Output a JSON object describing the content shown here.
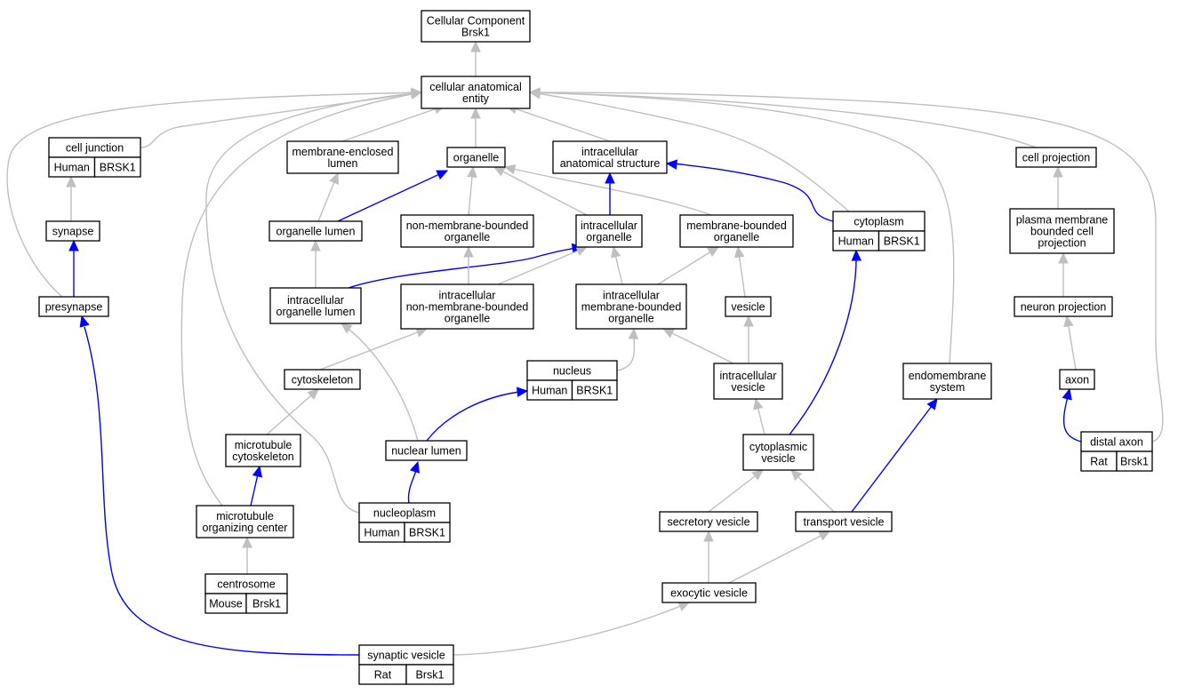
{
  "colors": {
    "human": "#f26349",
    "mouse": "#add8e6",
    "rat": "#ffd700",
    "edge_isa": "#bfbfbf",
    "edge_partof": "#0000ff"
  },
  "nodes": {
    "root": [
      "Cellular Component",
      "Brsk1"
    ],
    "cae": [
      "cellular anatomical",
      "entity"
    ],
    "cell_junction": [
      "cell junction"
    ],
    "mel": [
      "membrane-enclosed",
      "lumen"
    ],
    "organelle": [
      "organelle"
    ],
    "ias": [
      "intracellular",
      "anatomical structure"
    ],
    "cytoplasm": [
      "cytoplasm"
    ],
    "cell_projection": [
      "cell projection"
    ],
    "synapse": [
      "synapse"
    ],
    "organelle_lumen": [
      "organelle lumen"
    ],
    "nmbo": [
      "non-membrane-bounded",
      "organelle"
    ],
    "io": [
      "intracellular",
      "organelle"
    ],
    "mbo": [
      "membrane-bounded",
      "organelle"
    ],
    "pmbcp": [
      "plasma membrane",
      "bounded cell",
      "projection"
    ],
    "presynapse": [
      "presynapse"
    ],
    "iol": [
      "intracellular",
      "organelle lumen"
    ],
    "inmbo": [
      "intracellular",
      "non-membrane-bounded",
      "organelle"
    ],
    "imbo": [
      "intracellular",
      "membrane-bounded",
      "organelle"
    ],
    "vesicle": [
      "vesicle"
    ],
    "neuron_projection": [
      "neuron projection"
    ],
    "nucleus": [
      "nucleus"
    ],
    "cytoskeleton": [
      "cytoskeleton"
    ],
    "iv": [
      "intracellular",
      "vesicle"
    ],
    "endomembrane": [
      "endomembrane",
      "system"
    ],
    "axon": [
      "axon"
    ],
    "mt_cyto": [
      "microtubule",
      "cytoskeleton"
    ],
    "nuclear_lumen": [
      "nuclear lumen"
    ],
    "cyto_vesicle": [
      "cytoplasmic",
      "vesicle"
    ],
    "distal_axon": [
      "distal axon"
    ],
    "mtoc": [
      "microtubule",
      "organizing center"
    ],
    "nucleoplasm": [
      "nucleoplasm"
    ],
    "secretory_vesicle": [
      "secretory vesicle"
    ],
    "transport_vesicle": [
      "transport vesicle"
    ],
    "centrosome": [
      "centrosome"
    ],
    "exocytic_vesicle": [
      "exocytic vesicle"
    ],
    "synaptic_vesicle": [
      "synaptic vesicle"
    ]
  },
  "annotations": {
    "cell_junction": {
      "species": "Human",
      "gene": "BRSK1",
      "color": "#f26349"
    },
    "cytoplasm": {
      "species": "Human",
      "gene": "BRSK1",
      "color": "#f26349"
    },
    "nucleus": {
      "species": "Human",
      "gene": "BRSK1",
      "color": "#f26349"
    },
    "nucleoplasm": {
      "species": "Human",
      "gene": "BRSK1",
      "color": "#f26349"
    },
    "distal_axon": {
      "species": "Rat",
      "gene": "Brsk1",
      "color": "#ffd700"
    },
    "centrosome": {
      "species": "Mouse",
      "gene": "Brsk1",
      "color": "#add8e6"
    },
    "synaptic_vesicle": {
      "species": "Rat",
      "gene": "Brsk1",
      "color": "#ffd700"
    }
  },
  "edges": [
    {
      "from": "cae",
      "to": "root",
      "type": "is_a"
    },
    {
      "from": "cell_junction",
      "to": "cae",
      "type": "is_a"
    },
    {
      "from": "mel",
      "to": "cae",
      "type": "is_a"
    },
    {
      "from": "organelle",
      "to": "cae",
      "type": "is_a"
    },
    {
      "from": "ias",
      "to": "cae",
      "type": "is_a"
    },
    {
      "from": "cytoplasm",
      "to": "cae",
      "type": "is_a"
    },
    {
      "from": "cell_projection",
      "to": "cae",
      "type": "is_a"
    },
    {
      "from": "presynapse",
      "to": "cae",
      "type": "is_a"
    },
    {
      "from": "mtoc",
      "to": "cae",
      "type": "is_a"
    },
    {
      "from": "nucleoplasm",
      "to": "cae",
      "type": "is_a"
    },
    {
      "from": "endomembrane",
      "to": "cae",
      "type": "is_a"
    },
    {
      "from": "distal_axon",
      "to": "cae",
      "type": "is_a"
    },
    {
      "from": "synapse",
      "to": "cell_junction",
      "type": "is_a"
    },
    {
      "from": "organelle_lumen",
      "to": "mel",
      "type": "is_a"
    },
    {
      "from": "organelle_lumen",
      "to": "organelle",
      "type": "part_of"
    },
    {
      "from": "nmbo",
      "to": "organelle",
      "type": "is_a"
    },
    {
      "from": "io",
      "to": "organelle",
      "type": "is_a"
    },
    {
      "from": "mbo",
      "to": "organelle",
      "type": "is_a"
    },
    {
      "from": "io",
      "to": "ias",
      "type": "part_of"
    },
    {
      "from": "cytoplasm",
      "to": "ias",
      "type": "part_of"
    },
    {
      "from": "pmbcp",
      "to": "cell_projection",
      "type": "is_a"
    },
    {
      "from": "presynapse",
      "to": "synapse",
      "type": "part_of"
    },
    {
      "from": "iol",
      "to": "organelle_lumen",
      "type": "is_a"
    },
    {
      "from": "iol",
      "to": "io",
      "type": "part_of"
    },
    {
      "from": "inmbo",
      "to": "nmbo",
      "type": "is_a"
    },
    {
      "from": "inmbo",
      "to": "io",
      "type": "is_a"
    },
    {
      "from": "imbo",
      "to": "io",
      "type": "is_a"
    },
    {
      "from": "imbo",
      "to": "mbo",
      "type": "is_a"
    },
    {
      "from": "vesicle",
      "to": "mbo",
      "type": "is_a"
    },
    {
      "from": "neuron_projection",
      "to": "pmbcp",
      "type": "is_a"
    },
    {
      "from": "nucleus",
      "to": "imbo",
      "type": "is_a"
    },
    {
      "from": "cytoskeleton",
      "to": "inmbo",
      "type": "is_a"
    },
    {
      "from": "iv",
      "to": "imbo",
      "type": "is_a"
    },
    {
      "from": "iv",
      "to": "vesicle",
      "type": "is_a"
    },
    {
      "from": "axon",
      "to": "neuron_projection",
      "type": "is_a"
    },
    {
      "from": "mt_cyto",
      "to": "cytoskeleton",
      "type": "is_a"
    },
    {
      "from": "nuclear_lumen",
      "to": "iol",
      "type": "is_a"
    },
    {
      "from": "nuclear_lumen",
      "to": "nucleus",
      "type": "part_of"
    },
    {
      "from": "cyto_vesicle",
      "to": "iv",
      "type": "is_a"
    },
    {
      "from": "cyto_vesicle",
      "to": "cytoplasm",
      "type": "part_of"
    },
    {
      "from": "distal_axon",
      "to": "axon",
      "type": "part_of"
    },
    {
      "from": "mtoc",
      "to": "mt_cyto",
      "type": "part_of"
    },
    {
      "from": "nucleoplasm",
      "to": "nuclear_lumen",
      "type": "part_of"
    },
    {
      "from": "secretory_vesicle",
      "to": "cyto_vesicle",
      "type": "is_a"
    },
    {
      "from": "transport_vesicle",
      "to": "cyto_vesicle",
      "type": "is_a"
    },
    {
      "from": "transport_vesicle",
      "to": "endomembrane",
      "type": "part_of"
    },
    {
      "from": "centrosome",
      "to": "mtoc",
      "type": "is_a"
    },
    {
      "from": "exocytic_vesicle",
      "to": "secretory_vesicle",
      "type": "is_a"
    },
    {
      "from": "exocytic_vesicle",
      "to": "transport_vesicle",
      "type": "is_a"
    },
    {
      "from": "synaptic_vesicle",
      "to": "exocytic_vesicle",
      "type": "is_a"
    },
    {
      "from": "synaptic_vesicle",
      "to": "presynapse",
      "type": "part_of"
    }
  ]
}
